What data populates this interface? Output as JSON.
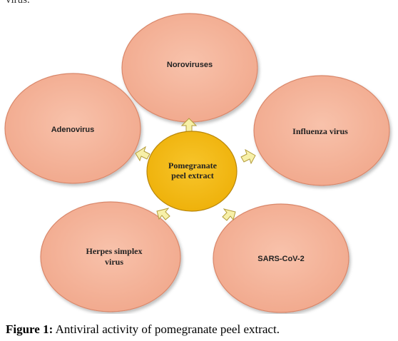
{
  "header_fragment": "virus.",
  "diagram": {
    "center": {
      "line1": "Pomegranate",
      "line2": "peel extract"
    },
    "nodes": {
      "noroviruses": {
        "line1": "Noroviruses"
      },
      "influenza": {
        "line1": "Influenza virus"
      },
      "sars": {
        "line1": "SARS-CoV-2"
      },
      "herpes": {
        "line1": "Herpes simplex",
        "line2": "virus"
      },
      "adenovirus": {
        "line1": "Adenovirus"
      }
    },
    "colors": {
      "node_fill": "#f5b39b",
      "node_stroke": "#d9876a",
      "center_fill": "#f2b90f",
      "center_stroke": "#b8860b",
      "arrow_fill": "#f7f0a8",
      "arrow_stroke": "#b39b3a"
    }
  },
  "caption": {
    "label": "Figure 1:",
    "text": " Antiviral activity of pomegranate peel extract."
  }
}
